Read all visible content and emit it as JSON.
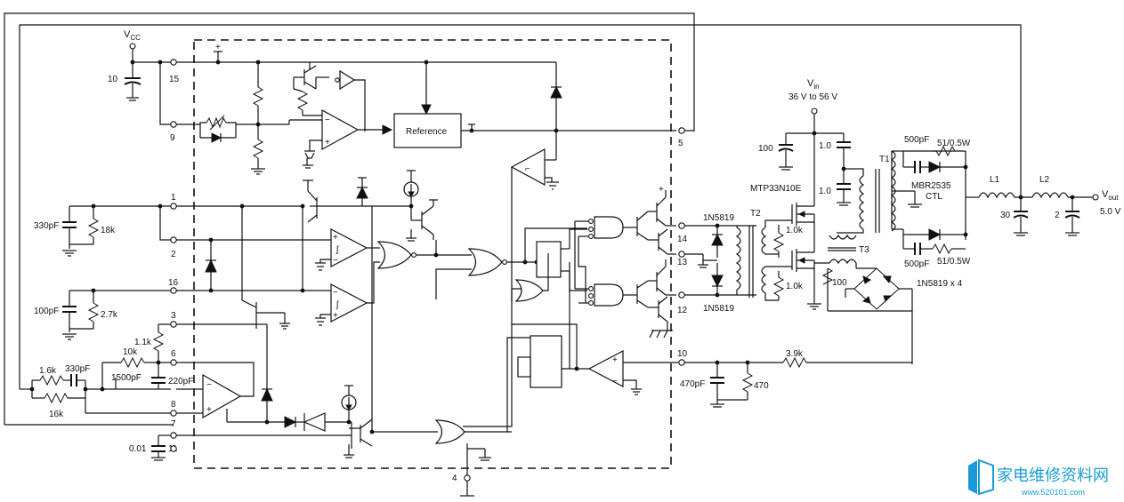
{
  "supplies": {
    "vcc": "V",
    "vcc_sub": "CC",
    "vin": "V",
    "vin_sub": "in",
    "vin_range": "36 V to 56 V",
    "vout": "V",
    "vout_sub": "out",
    "vout_value": "5.0 V"
  },
  "pins": [
    "15",
    "9",
    "1",
    "2",
    "16",
    "3",
    "6",
    "8",
    "7",
    "11",
    "4",
    "5",
    "14",
    "13",
    "12",
    "10"
  ],
  "blocks": {
    "reference": "Reference"
  },
  "components": {
    "c_vcc": "10",
    "c1": "330pF",
    "r1": "18k",
    "c16": "100pF",
    "r16": "2.7k",
    "r3": "1.1k",
    "r6": "10k",
    "c_fb": "1500pF",
    "c_220": "220pF",
    "r_16k_a": "1.6k",
    "c_330b": "330pF",
    "r_16k_b": "16k",
    "c_ss": "0.01",
    "c_in": "100",
    "c_in1": "1.0",
    "c_in2": "1.0",
    "mosfet": "MTP33N10E",
    "t2": "T2",
    "t1": "T1",
    "t3": "T3",
    "d_clamp": "1N5819",
    "d_clamp2": "1N5819",
    "r_g1": "1.0k",
    "r_g2": "1.0k",
    "r_100": "100",
    "c_snub1": "500pF",
    "r_snub1": "51/0.5W",
    "c_snub2": "500pF",
    "r_snub2": "51/0.5W",
    "rect": "MBR2535",
    "rect2": "CTL",
    "l1": "L1",
    "l2": "L2",
    "c_out1": "30",
    "c_out2": "2",
    "bridge": "1N5819 x 4",
    "r_cs": "3.9k",
    "c_cs": "470pF",
    "r_cs2": "470"
  },
  "watermark": {
    "main": "家电维修资料网",
    "url": "www.520101.com"
  }
}
